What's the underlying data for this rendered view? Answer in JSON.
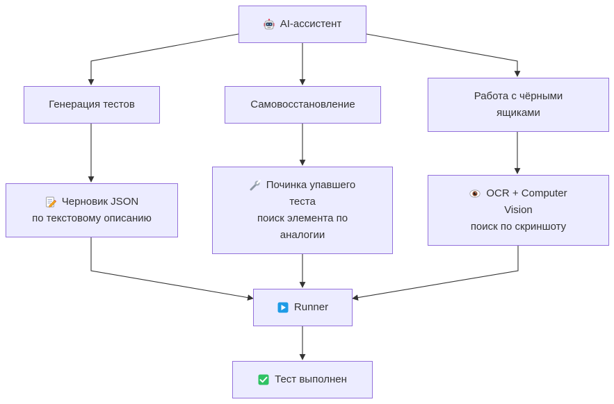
{
  "nodes": {
    "ai": {
      "label": "AI-ассистент",
      "icon": "robot-icon"
    },
    "gen": {
      "label": "Генерация тестов"
    },
    "self": {
      "label": "Самовосстановление"
    },
    "black": {
      "line1": "Работа с чёрными",
      "line2": "ящиками"
    },
    "draft": {
      "line1": "Черновик JSON",
      "line2": "по текстовому описанию",
      "icon": "memo-icon"
    },
    "repair": {
      "line1": "Починка упавшего",
      "line2": "теста",
      "line3": "поиск элемента по",
      "line4": "аналогии",
      "icon": "wrench-icon"
    },
    "ocr": {
      "line1": "OCR + Computer",
      "line2": "Vision",
      "line3": "поиск по скриншоту",
      "icon": "eye-icon"
    },
    "runner": {
      "label": "Runner",
      "icon": "play-button-icon"
    },
    "done": {
      "label": "Тест выполнен",
      "icon": "check-mark-icon"
    }
  },
  "colors": {
    "node_fill": "#ECECFF",
    "node_border": "#9370DB",
    "edge": "#333333",
    "text": "#333333",
    "play_icon": "#1E9BE6",
    "check_icon": "#2FC263"
  }
}
